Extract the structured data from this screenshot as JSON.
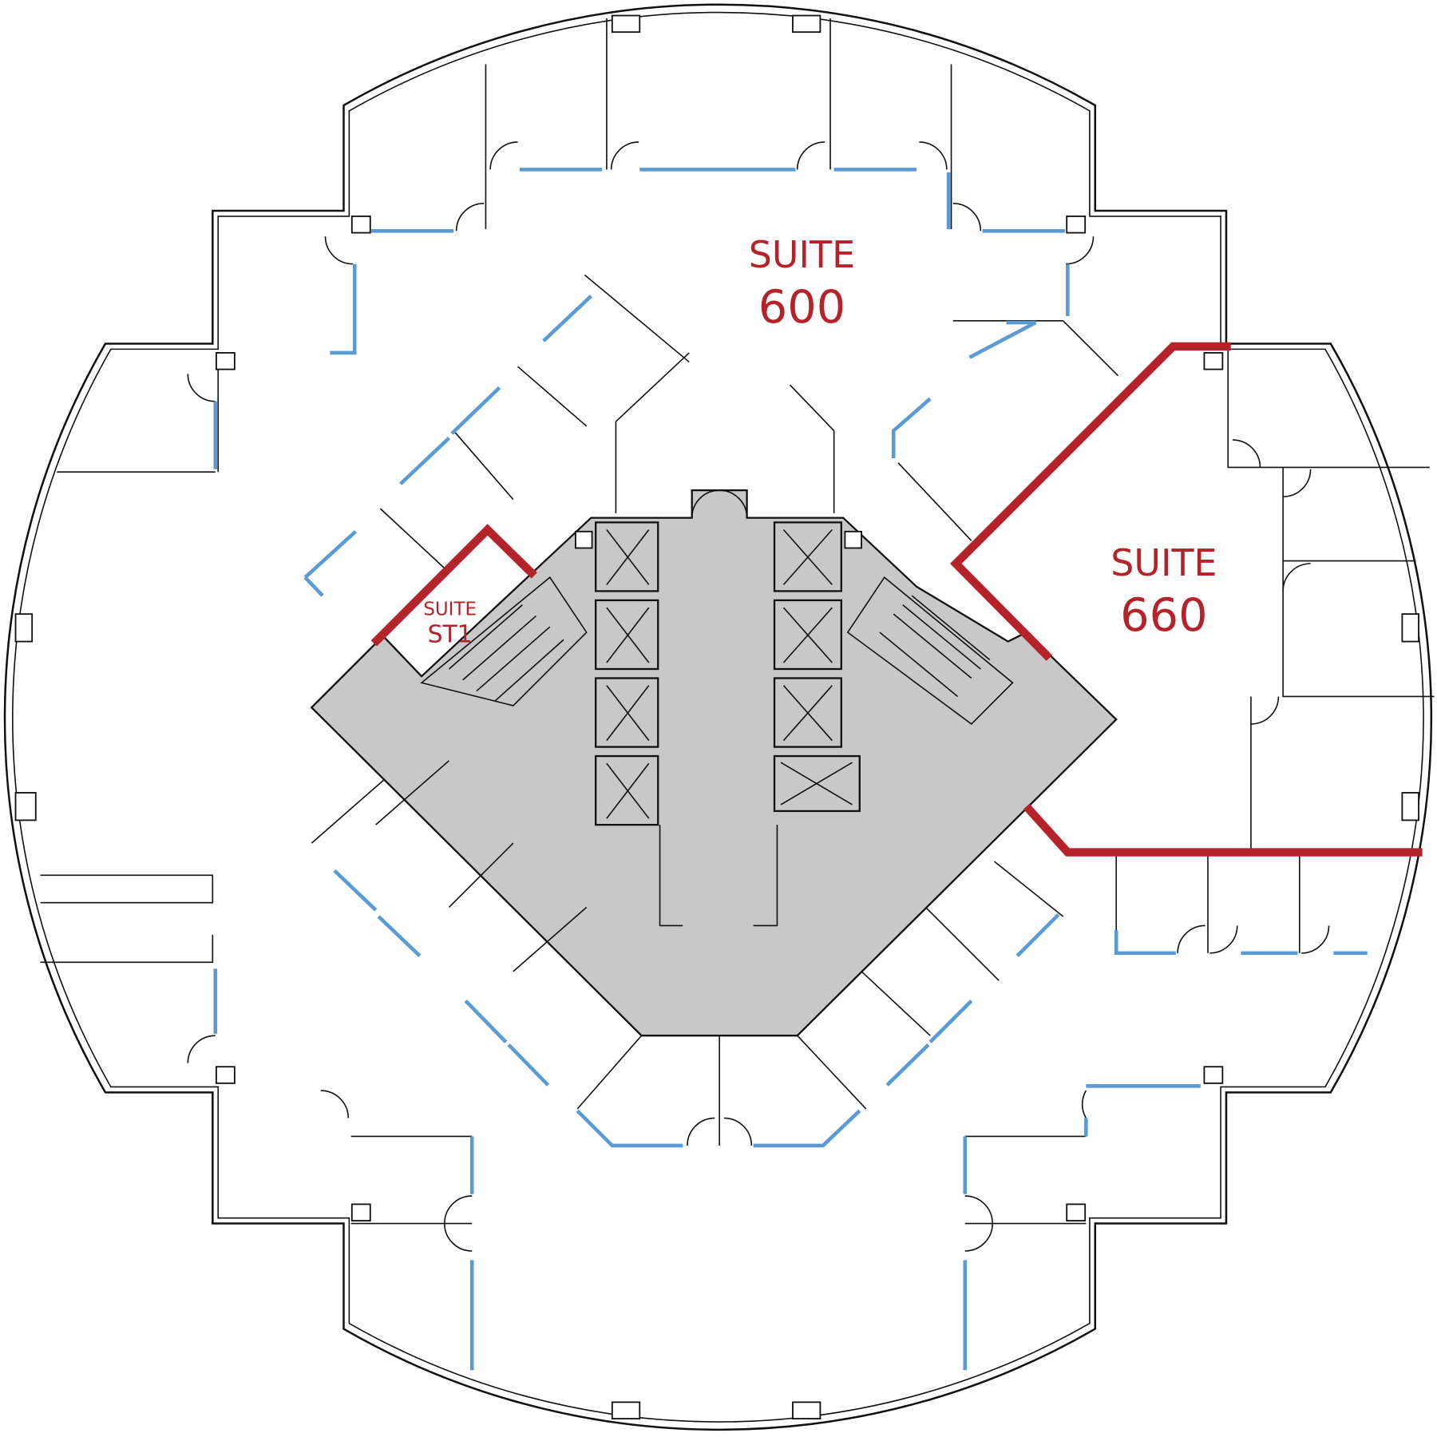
{
  "plan": {
    "suites": [
      {
        "id": "600",
        "label_line1": "SUITE",
        "label_line2": "600"
      },
      {
        "id": "660",
        "label_line1": "SUITE",
        "label_line2": "660"
      },
      {
        "id": "ST1",
        "label_line1": "SUITE",
        "label_line2": "ST1"
      }
    ],
    "colors": {
      "suite_boundary": "#b5232a",
      "core": "#c8c8c8",
      "glass": "#5a9bd5"
    }
  }
}
